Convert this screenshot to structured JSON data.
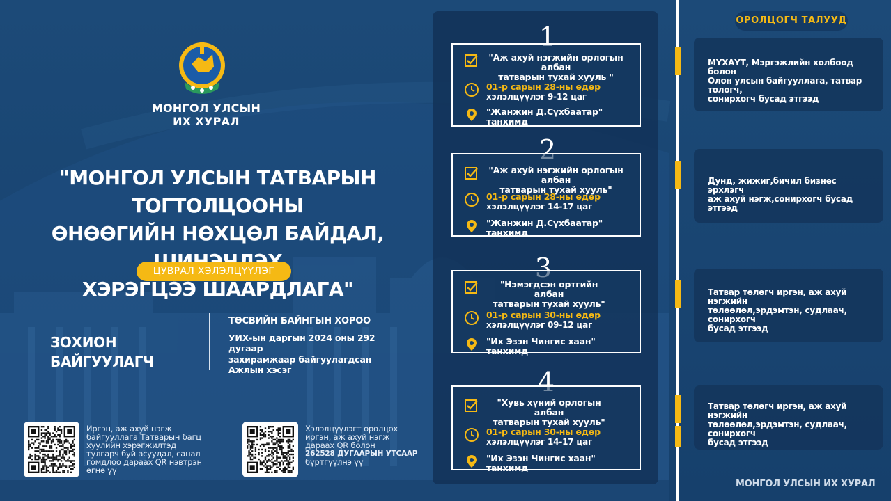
{
  "header": {
    "org_line1": "МОНГОЛ УЛСЫН",
    "org_line2": "ИХ ХУРАЛ"
  },
  "title": {
    "line1": "\"МОНГОЛ УЛСЫН ТАТВАРЫН ТОГТОЛЦООНЫ",
    "line2": "ӨНӨӨГИЙН НӨХЦӨЛ БАЙДАЛ, ШИНЭЧЛЭХ",
    "line3": "ХЭРЭГЦЭЭ ШААРДЛАГА\""
  },
  "series_label": "ЦУВРАЛ ХЭЛЭЛЦҮҮЛЭГ",
  "organizer": {
    "label": "ЗОХИОН БАЙГУУЛАГЧ",
    "committee": "ТӨСВИЙН БАЙНГЫН ХОРОО",
    "desc_line1": "УИХ-ын даргын 2024 оны 292 дугаар",
    "desc_line2": "захирамжаар байгуулагдсан",
    "desc_line3": "Ажлын хэсэг"
  },
  "qr": [
    {
      "lines": [
        "Иргэн, аж ахуй нэгж",
        "байгууллага Татварын багц",
        "хуулийн хэрэгжилтэд",
        "тулгарч буй асуудал, санал",
        "гомдлоо дараах QR нэвтрэн",
        "өгнө үү"
      ]
    },
    {
      "lines": [
        "Хэлэлцүүлэгт оролцох",
        "иргэн, аж ахуй нэгж",
        "дараах QR болон",
        "262528 ДУГААРЫН УТСААР",
        "бүртгүүлнэ үү"
      ]
    }
  ],
  "sessions": [
    {
      "number": "1",
      "law_line1": "\"Аж ахуй нэгжийн орлогын албан",
      "law_line2": "татварын тухай хууль \"",
      "date": "01-р сарын 28-ны өдөр",
      "hours": "хэлэлцүүлэг 9-12 цаг",
      "hall": "\"Жанжин Д.Сүхбаатар\" танхимд"
    },
    {
      "number": "2",
      "law_line1": "\"Аж ахуй нэгжийн орлогын албан",
      "law_line2": "татварын тухай хууль\"",
      "date": "01-р сарын 28-ны өдөр",
      "hours": "хэлэлцүүлэг 14-17 цаг",
      "hall": "\"Жанжин Д.Сүхбаатар\" танхимд"
    },
    {
      "number": "3",
      "law_line1": "\"Нэмэгдсэн өртгийн албан",
      "law_line2": "татварын тухай хууль\"",
      "date": "01-р сарын 30-ны өдөр",
      "hours": "хэлэлцүүлэг 09-12 цаг",
      "hall": "\"Их Эзэн Чингис хаан\" танхимд"
    },
    {
      "number": "4",
      "law_line1": "\"Хувь хүний орлогын албан",
      "law_line2": "татварын тухай хууль\"",
      "date": "01-р сарын 30-ны өдөр",
      "hours": "хэлэлцүүлэг 14-17 цаг",
      "hall": "\"Их Эзэн Чингис хаан\" танхимд"
    }
  ],
  "participants": {
    "title": "ОРОЛЦОГЧ ТАЛУУД",
    "items": [
      {
        "lines": [
          "МҮХАҮТ, Мэргэжлийн холбоод болон",
          "Олон улсын байгууллага, татвар төлөгч,",
          "сонирхогч бусад этгээд"
        ]
      },
      {
        "lines": [
          "Дунд, жижиг,бичил бизнес эрхлэгч",
          "аж ахуй нэгж,сонирхогч бусад этгээд"
        ]
      },
      {
        "lines": [
          "Татвар төлөгч иргэн, аж ахуй нэгжийн",
          "төлөөлөл,эрдэмтэн, судлаач, сонирхогч",
          "бусад этгээд"
        ]
      },
      {
        "lines": [
          "Татвар төлөгч иргэн, аж ахуй нэгжийн",
          "төлөөлөл,эрдэмтэн, судлаач, сонирхогч",
          "бусад этгээд"
        ]
      }
    ]
  },
  "footer": "МОНГОЛ УЛСЫН ИХ ХУРАЛ",
  "colors": {
    "background": "#1b4774",
    "accent": "#f5b914",
    "panel": "#113054",
    "card_border": "#ffffff"
  },
  "icons": {
    "check": "checkbox-icon",
    "clock": "clock-icon",
    "location": "location-pin-icon"
  }
}
